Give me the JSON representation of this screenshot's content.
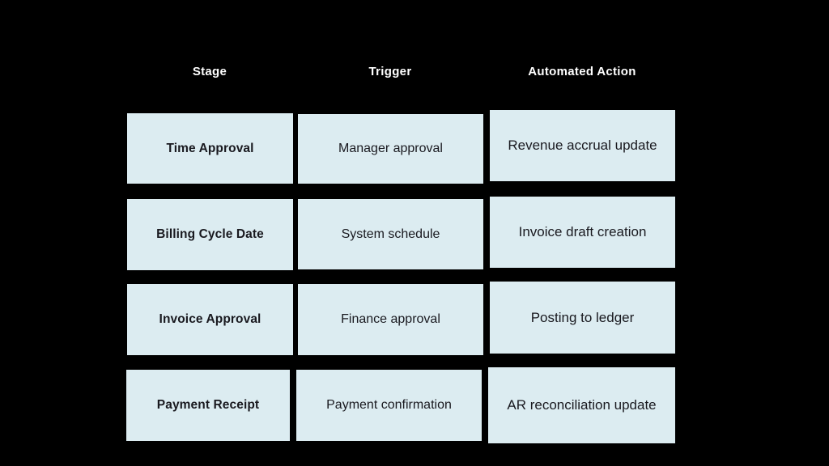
{
  "background_color": "#000000",
  "cell_color": "#dcecf1",
  "cell_text_color": "#19191f",
  "header_text_color": "#ffffff",
  "headers": {
    "stage": "Stage",
    "trigger": "Trigger",
    "automated_action": "Automated Action"
  },
  "rows": [
    {
      "stage": "Time Approval",
      "trigger": "Manager approval",
      "automated_action": "Revenue accrual update"
    },
    {
      "stage": "Billing Cycle Date",
      "trigger": "System schedule",
      "automated_action": "Invoice draft creation"
    },
    {
      "stage": "Invoice Approval",
      "trigger": "Finance approval",
      "automated_action": "Posting to ledger"
    },
    {
      "stage": "Payment Receipt",
      "trigger": "Payment confirmation",
      "automated_action": "AR reconciliation update"
    }
  ]
}
